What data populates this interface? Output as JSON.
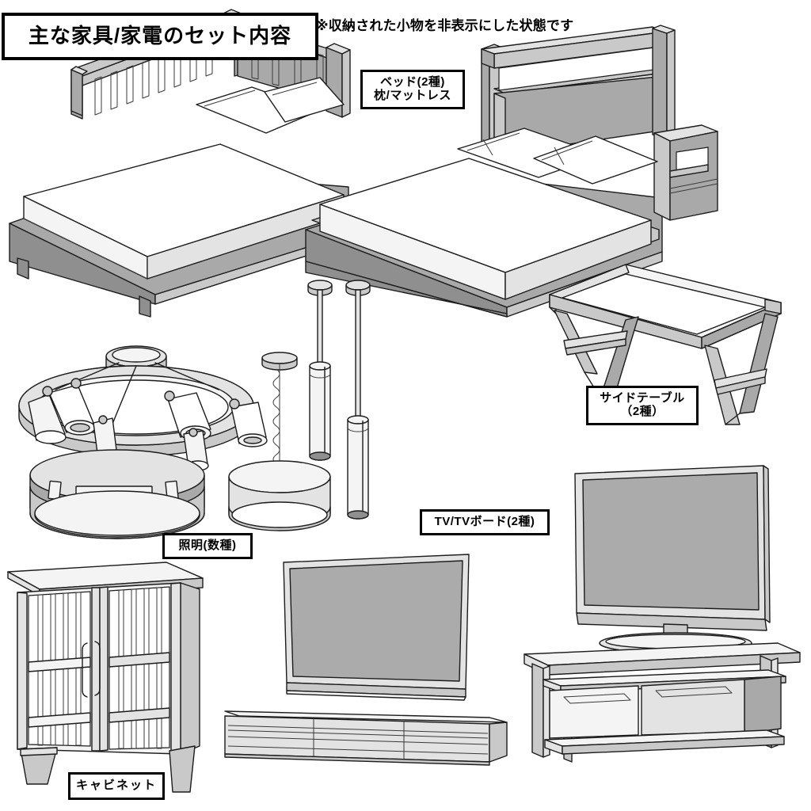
{
  "page": {
    "title": "主な家具/家電のセット内容",
    "note": "※収納された小物を非表示にした状態です",
    "background_color": "#ffffff",
    "outline_color": "#1c1c1c",
    "screen_color": "#ababab"
  },
  "labels": {
    "bed": {
      "line1": "ベッド(2種)",
      "line2": "枕/マットレス"
    },
    "side_table": {
      "line1": "サイドテーブル",
      "line2": "（2種）"
    },
    "lighting": {
      "line1": "照明(数種)"
    },
    "tv": {
      "line1": "TV/TVボード(2種)"
    },
    "cabinet": {
      "line1": "キャビネット"
    }
  },
  "items": [
    {
      "name": "single-bed-slat-headboard",
      "group": "bed",
      "variant": "シングル・すのこヘッドボード"
    },
    {
      "name": "double-bed-shelf-headboard",
      "group": "bed",
      "variant": "ダブル・棚付きヘッドボード＋ナイトテーブル"
    },
    {
      "name": "bed-tray-table",
      "group": "side_table",
      "variant": "折りたたみトレイテーブル"
    },
    {
      "name": "ring-spotlight",
      "group": "lighting",
      "variant": "リングスポットライト（6灯）"
    },
    {
      "name": "ceiling-drum-light",
      "group": "lighting",
      "variant": "シーリングライト"
    },
    {
      "name": "chain-pendant-drum",
      "group": "lighting",
      "variant": "チェーンペンダント"
    },
    {
      "name": "rod-pendant-short",
      "group": "lighting",
      "variant": "ロッドペンダント（短）"
    },
    {
      "name": "rod-pendant-long",
      "group": "lighting",
      "variant": "ロッドペンダント（長）"
    },
    {
      "name": "tv-on-stand",
      "group": "tv",
      "variant": "スタンド付きTV"
    },
    {
      "name": "tv-wall-mounted",
      "group": "tv",
      "variant": "壁掛けTV"
    },
    {
      "name": "tv-board-low",
      "group": "tv",
      "variant": "ローボード"
    },
    {
      "name": "tv-board-legs",
      "group": "tv",
      "variant": "脚付きTVボード（引出2杯）"
    },
    {
      "name": "glass-door-cabinet",
      "group": "cabinet",
      "variant": "ガラス扉キャビネット（2枚扉）"
    }
  ]
}
